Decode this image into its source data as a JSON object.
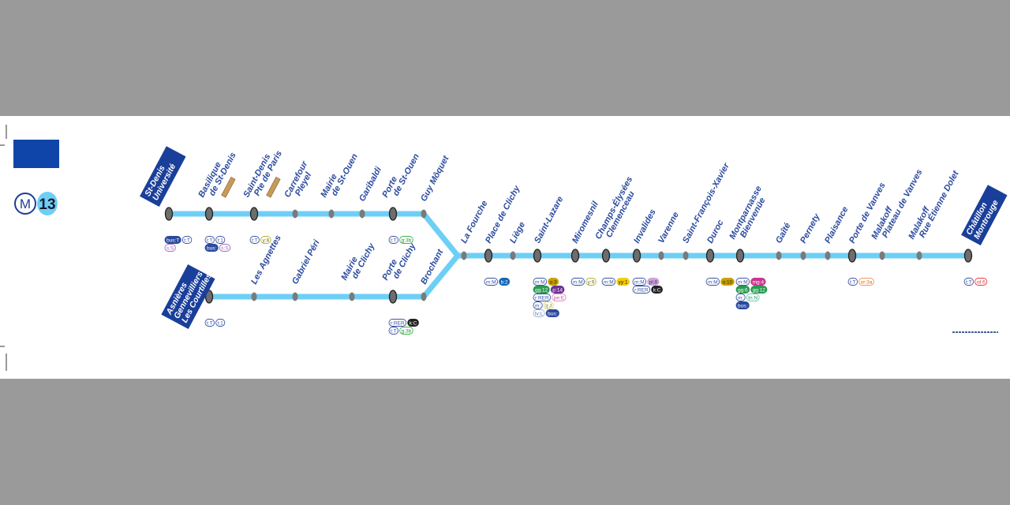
{
  "line": {
    "logo_letter": "M",
    "number": "13",
    "color": "#6ecff6",
    "brand_color": "#0f44a8"
  },
  "branches": {
    "north": [
      {
        "name": [
          "St-Denis",
          "Université"
        ],
        "terminus": true,
        "badges": [
          [
            "bus:T",
            "t:T",
            "s:S"
          ]
        ]
      },
      {
        "name": [
          "Basilique",
          "de St-Denis"
        ],
        "major": true,
        "tag": "tram",
        "badges": [
          [
            "t:T",
            "t:1",
            "bus:",
            "s:S"
          ]
        ]
      },
      {
        "name": [
          "Saint-Denis",
          "Pte de Paris"
        ],
        "major": true,
        "tag": "tram",
        "badges": [
          [
            "t:T",
            "y:8"
          ]
        ]
      },
      {
        "name": [
          "Carrefour",
          "Pleyel"
        ]
      },
      {
        "name": [
          "Mairie",
          "de St-Ouen"
        ]
      },
      {
        "name": [
          "Garibaldi"
        ]
      },
      {
        "name": [
          "Porte",
          "de St-Ouen"
        ],
        "major": true,
        "badges": [
          [
            "t:T",
            "g:3b"
          ]
        ]
      },
      {
        "name": [
          "Guy Môquet"
        ]
      }
    ],
    "south": [
      {
        "name": [
          "Asnières",
          "Gennevilliers",
          "Les Courtilles"
        ],
        "terminus": true,
        "badges": [
          [
            "t:T",
            "t:1"
          ]
        ]
      },
      {
        "name": [
          "Les Agnettes"
        ]
      },
      {
        "name": [
          "Gabriel Péri"
        ]
      },
      {
        "name": [
          "Mairie",
          "de Clichy"
        ]
      },
      {
        "name": [
          "Porte",
          "de Clichy"
        ],
        "major": true,
        "badges": [
          [
            "r:RER",
            "k:C",
            "t:T",
            "g:3b"
          ]
        ]
      },
      {
        "name": [
          "Brochant"
        ]
      }
    ]
  },
  "trunk": [
    {
      "name": [
        "La Fourche"
      ]
    },
    {
      "name": [
        "Place de Clichy"
      ],
      "major": true,
      "badges": [
        [
          "m:M",
          "b:2"
        ]
      ]
    },
    {
      "name": [
        "Liège"
      ]
    },
    {
      "name": [
        "Saint-Lazare"
      ],
      "major": true,
      "badges": [
        [
          "m:M",
          "o:3",
          "gg:12",
          "p:14"
        ],
        [
          "r:RER",
          "pe:E"
        ],
        [
          "m:",
          "lj:J",
          "lv:L",
          "bus:"
        ]
      ]
    },
    {
      "name": [
        "Miromesnil"
      ],
      "major": true,
      "badges": [
        [
          "m:M",
          "y:9"
        ]
      ]
    },
    {
      "name": [
        "Champs-Élysées",
        "Clemenceau"
      ],
      "major": true,
      "badges": [
        [
          "m:M",
          "yy:1"
        ]
      ]
    },
    {
      "name": [
        "Invalides"
      ],
      "major": true,
      "badges": [
        [
          "m:M",
          "pl:8"
        ],
        [
          "r:RER",
          "k:C"
        ]
      ]
    },
    {
      "name": [
        "Varenne"
      ]
    },
    {
      "name": [
        "Saint-François-Xavier"
      ]
    },
    {
      "name": [
        "Duroc"
      ],
      "major": true,
      "badges": [
        [
          "m:M",
          "o:10"
        ]
      ]
    },
    {
      "name": [
        "Montparnasse",
        "Bienvenüe"
      ],
      "major": true,
      "badges": [
        [
          "m:M",
          "mg:4",
          "gg:6",
          "gg:12"
        ],
        [
          "m:",
          "tn:N",
          "bus:"
        ]
      ]
    },
    {
      "name": [
        "Gaîté"
      ]
    },
    {
      "name": [
        "Pernety"
      ]
    },
    {
      "name": [
        "Plaisance"
      ]
    },
    {
      "name": [
        "Porte de Vanves"
      ],
      "major": true,
      "badges": [
        [
          "t:T",
          "or:3a"
        ]
      ]
    },
    {
      "name": [
        "Malakoff",
        "Plateau de Vanves"
      ]
    },
    {
      "name": [
        "Malakoff",
        "Rue Étienne Dolet"
      ]
    },
    {
      "name": [
        "Châtillon",
        "Montrouge"
      ],
      "terminus": true,
      "badges": [
        [
          "t:T",
          "rd:6"
        ]
      ]
    }
  ]
}
